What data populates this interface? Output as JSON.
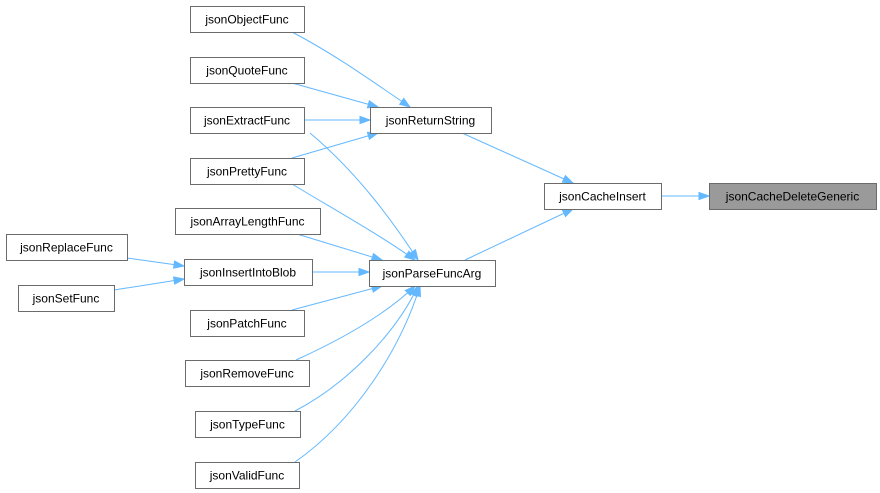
{
  "graph": {
    "colors": {
      "edge": "#63b8ff",
      "node_border": "#6b6b6b",
      "node_fill": "#ffffff",
      "highlight_fill": "#9a9a9a",
      "text": "#000000"
    },
    "nodes": [
      {
        "id": "jsonCacheDeleteGeneric",
        "label": "jsonCacheDeleteGeneric",
        "highlight": true
      },
      {
        "id": "jsonCacheInsert",
        "label": "jsonCacheInsert"
      },
      {
        "id": "jsonReturnString",
        "label": "jsonReturnString"
      },
      {
        "id": "jsonParseFuncArg",
        "label": "jsonParseFuncArg"
      },
      {
        "id": "jsonObjectFunc",
        "label": "jsonObjectFunc"
      },
      {
        "id": "jsonQuoteFunc",
        "label": "jsonQuoteFunc"
      },
      {
        "id": "jsonExtractFunc",
        "label": "jsonExtractFunc"
      },
      {
        "id": "jsonPrettyFunc",
        "label": "jsonPrettyFunc"
      },
      {
        "id": "jsonArrayLengthFunc",
        "label": "jsonArrayLengthFunc"
      },
      {
        "id": "jsonInsertIntoBlob",
        "label": "jsonInsertIntoBlob"
      },
      {
        "id": "jsonPatchFunc",
        "label": "jsonPatchFunc"
      },
      {
        "id": "jsonRemoveFunc",
        "label": "jsonRemoveFunc"
      },
      {
        "id": "jsonTypeFunc",
        "label": "jsonTypeFunc"
      },
      {
        "id": "jsonValidFunc",
        "label": "jsonValidFunc"
      },
      {
        "id": "jsonReplaceFunc",
        "label": "jsonReplaceFunc"
      },
      {
        "id": "jsonSetFunc",
        "label": "jsonSetFunc"
      }
    ],
    "edges": [
      {
        "from": "jsonCacheInsert",
        "to": "jsonCacheDeleteGeneric"
      },
      {
        "from": "jsonReturnString",
        "to": "jsonCacheInsert"
      },
      {
        "from": "jsonParseFuncArg",
        "to": "jsonCacheInsert"
      },
      {
        "from": "jsonObjectFunc",
        "to": "jsonReturnString"
      },
      {
        "from": "jsonQuoteFunc",
        "to": "jsonReturnString"
      },
      {
        "from": "jsonExtractFunc",
        "to": "jsonReturnString"
      },
      {
        "from": "jsonPrettyFunc",
        "to": "jsonReturnString"
      },
      {
        "from": "jsonExtractFunc",
        "to": "jsonParseFuncArg"
      },
      {
        "from": "jsonPrettyFunc",
        "to": "jsonParseFuncArg"
      },
      {
        "from": "jsonArrayLengthFunc",
        "to": "jsonParseFuncArg"
      },
      {
        "from": "jsonInsertIntoBlob",
        "to": "jsonParseFuncArg"
      },
      {
        "from": "jsonPatchFunc",
        "to": "jsonParseFuncArg"
      },
      {
        "from": "jsonRemoveFunc",
        "to": "jsonParseFuncArg"
      },
      {
        "from": "jsonTypeFunc",
        "to": "jsonParseFuncArg"
      },
      {
        "from": "jsonValidFunc",
        "to": "jsonParseFuncArg"
      },
      {
        "from": "jsonReplaceFunc",
        "to": "jsonInsertIntoBlob"
      },
      {
        "from": "jsonSetFunc",
        "to": "jsonInsertIntoBlob"
      }
    ]
  }
}
